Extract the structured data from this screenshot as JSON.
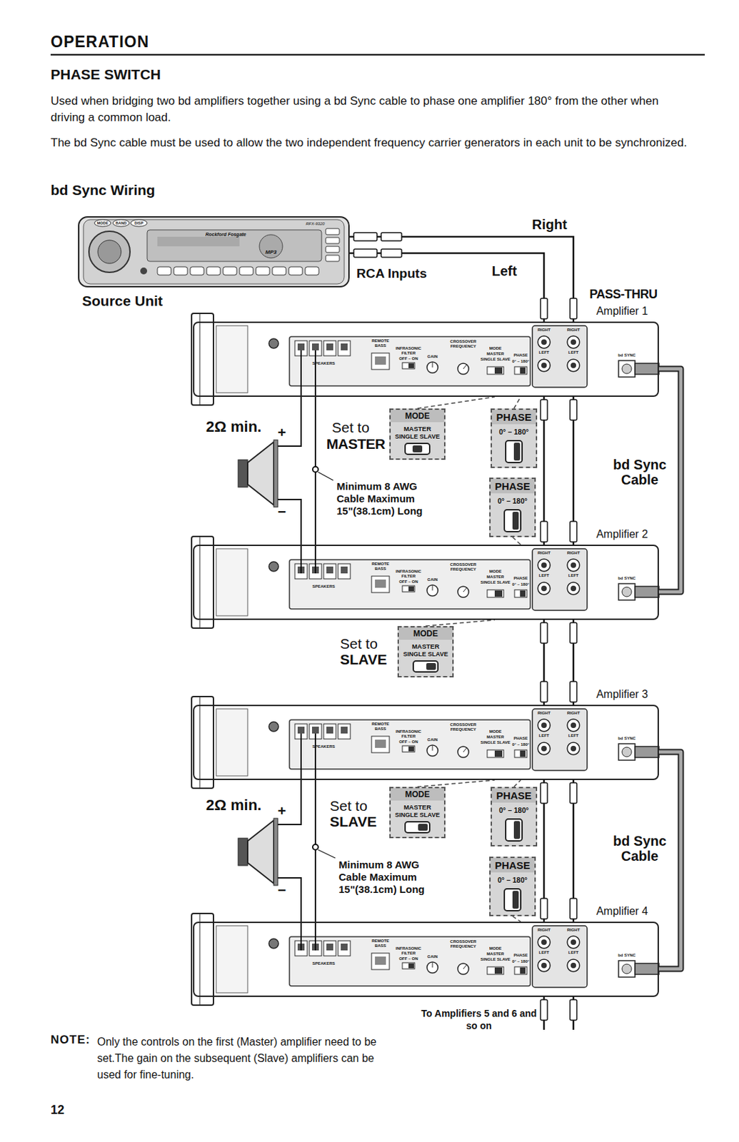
{
  "diagram": {
    "title": "PHASE SWITCH",
    "nodes": [
      {
        "text": [
          "Source Unit"
        ]
      },
      {
        "text": [
          "Amplifier 1"
        ]
      },
      {
        "text": [
          "Amplifier 2"
        ]
      },
      {
        "text": [
          "Amplifier 3"
        ]
      },
      {
        "text": [
          "Amplifier 4"
        ]
      },
      {
        "text": [
          "MODE",
          "MASTER",
          "SINGLE SLAVE"
        ]
      },
      {
        "text": [
          "PHASE",
          "0° – 180°"
        ]
      },
      {
        "text": [
          "PHASE",
          "0° – 180°"
        ]
      },
      {
        "text": [
          "MODE",
          "MASTER",
          "SINGLE SLAVE"
        ]
      },
      {
        "text": [
          "MODE",
          "MASTER",
          "SINGLE SLAVE"
        ]
      },
      {
        "text": [
          "PHASE",
          "0° – 180°"
        ]
      },
      {
        "text": [
          "PHASE",
          "0° – 180°"
        ]
      }
    ],
    "edges": [
      {
        "from": 0,
        "to": 1,
        "label": "Right",
        "arrow": "none"
      },
      {
        "from": 0,
        "to": 1,
        "label": "Left",
        "arrow": "none"
      },
      {
        "from": 1,
        "to": 2,
        "arrow": "none"
      },
      {
        "from": 1,
        "to": 2,
        "arrow": "none"
      },
      {
        "from": 1,
        "to": 2,
        "label": "bd Sync Cable",
        "arrow": "none"
      },
      {
        "from": 2,
        "to": 3,
        "arrow": "none"
      },
      {
        "from": 2,
        "to": 3,
        "arrow": "none"
      },
      {
        "from": 3,
        "to": 4,
        "arrow": "none"
      },
      {
        "from": 3,
        "to": 4,
        "arrow": "none"
      },
      {
        "from": 3,
        "to": 4,
        "label": "bd Sync Cable",
        "arrow": "none"
      },
      {
        "from": 5,
        "to": 1,
        "arrow": "none"
      },
      {
        "from": 6,
        "to": 1,
        "arrow": "none"
      },
      {
        "from": 7,
        "to": 2,
        "arrow": "none"
      },
      {
        "from": 8,
        "to": 2,
        "arrow": "none"
      },
      {
        "from": 9,
        "to": 3,
        "arrow": "none"
      },
      {
        "from": 10,
        "to": 3,
        "arrow": "none"
      },
      {
        "from": 11,
        "to": 4,
        "arrow": "none"
      }
    ],
    "labels": [
      "OPERATION",
      "Used when bridging two bd amplifiers together using a bd Sync cable to phase one amplifier 180° from the other when driving a common load.",
      "The bd Sync cable must be used to allow the two independent frequency carrier generators in each unit to be synchronized.",
      "bd Sync Wiring",
      "Rockford Fosgate",
      "RFX-9320",
      "MODE",
      "BAND",
      "DISP",
      "MP3",
      "RCA Inputs",
      "PASS-THRU",
      "2Ω min.",
      "+",
      "−",
      "Set to",
      "MASTER",
      "Minimum 8 AWG Cable Maximum 15\"(38.1cm) Long",
      "Set to",
      "SLAVE",
      "2Ω min.",
      "+",
      "−",
      "Set to",
      "SLAVE",
      "Minimum 8 AWG Cable Maximum 15\"(38.1cm) Long",
      "To Amplifiers 5 and 6 and so on",
      "NOTE:",
      "Only the controls on the first (Master) amplifier need to be set.The gain on the subsequent (Slave) amplifiers can be used for fine-tuning.",
      "12",
      "SPEAKERS",
      "REMOTE BASS",
      "INFRASONIC FILTER",
      "OFF – ON",
      "GAIN",
      "CROSSOVER FREQUENCY",
      "MODE",
      "MASTER",
      "SINGLE SLAVE",
      "PHASE",
      "0° – 180°",
      "RIGHT",
      "RIGHT",
      "LEFT",
      "LEFT",
      "bd SYNC",
      "SPEAKERS",
      "REMOTE BASS",
      "INFRASONIC FILTER",
      "OFF – ON",
      "GAIN",
      "CROSSOVER FREQUENCY",
      "MODE",
      "MASTER",
      "SINGLE SLAVE",
      "PHASE",
      "0° – 180°",
      "RIGHT",
      "RIGHT",
      "LEFT",
      "LEFT",
      "bd SYNC",
      "SPEAKERS",
      "REMOTE BASS",
      "INFRASONIC FILTER",
      "OFF – ON",
      "GAIN",
      "CROSSOVER FREQUENCY",
      "MODE",
      "MASTER",
      "SINGLE SLAVE",
      "PHASE",
      "0° – 180°",
      "RIGHT",
      "RIGHT",
      "LEFT",
      "LEFT",
      "bd SYNC",
      "SPEAKERS",
      "REMOTE BASS",
      "INFRASONIC FILTER",
      "OFF – ON",
      "GAIN",
      "CROSSOVER FREQUENCY",
      "MODE",
      "MASTER",
      "SINGLE SLAVE",
      "PHASE",
      "0° – 180°",
      "RIGHT",
      "RIGHT",
      "LEFT",
      "LEFT",
      "bd SYNC"
    ]
  }
}
